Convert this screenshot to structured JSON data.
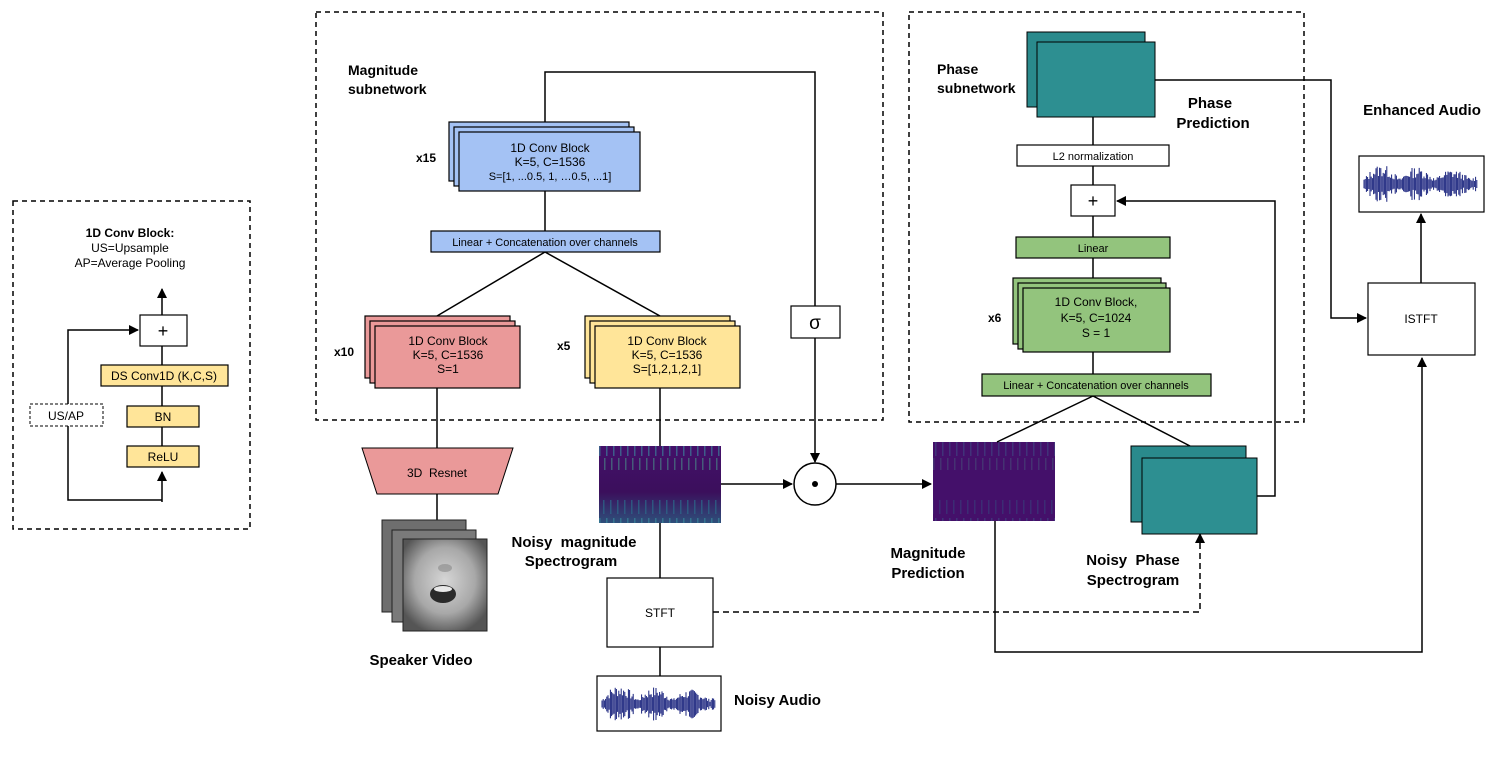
{
  "legend": {
    "title": "1D Conv Block",
    "line1": "US=Upsample",
    "line2": "AP=Average Pooling",
    "plus": "+",
    "ds_conv": "DS Conv1D (K,C,S)",
    "bn": "BN",
    "relu": "ReLU",
    "us_ap": "US/AP"
  },
  "magnitude": {
    "title_line1": "Magnitude",
    "title_line2": "subnetwork",
    "mult_top": "x15",
    "top_block": [
      "1D Conv Block",
      "K=5, C=1536",
      "S=[1, ...0.5, 1, …0.5, ...1]"
    ],
    "linear": "Linear + Concatenation over channels",
    "mult_red": "x10",
    "red_block": [
      "1D Conv Block",
      "K=5, C=1536",
      "S=1"
    ],
    "mult_yellow": "x5",
    "yellow_block": [
      "1D Conv Block",
      "K=5, C=1536",
      "S=[1,2,1,2,1]"
    ],
    "sigma": "σ"
  },
  "phase": {
    "title_line1": "Phase",
    "title_line2": "subnetwork",
    "prediction_line1": "Phase",
    "prediction_line2": "Prediction",
    "l2": "L2 normalization",
    "plus": "+",
    "linear": "Linear",
    "mult": "x6",
    "block": [
      "1D Conv Block,",
      "K=5, C=1024",
      "S = 1"
    ],
    "concat": "Linear + Concatenation over channels"
  },
  "lower": {
    "resnet": "3D  Resnet",
    "speaker_video": "Speaker Video",
    "noisy_mag_line1": "Noisy  magnitude",
    "noisy_mag_line2": "Spectrogram",
    "stft": "STFT",
    "noisy_audio": "Noisy Audio",
    "dot": "•",
    "mag_pred_line1": "Magnitude",
    "mag_pred_line2": "Prediction",
    "noisy_phase_line1": "Noisy  Phase",
    "noisy_phase_line2": "Spectrogram",
    "istft": "ISTFT",
    "enhanced_audio": "Enhanced Audio"
  },
  "colors": {
    "blue_block": "#a4c2f4",
    "red_block": "#ea9999",
    "yellow_block": "#ffe599",
    "green_block": "#93c47d",
    "spectrogram_purple": "#3b0f5c",
    "phase_teal": "#2a8a8c",
    "waveform": "#1a237e"
  }
}
